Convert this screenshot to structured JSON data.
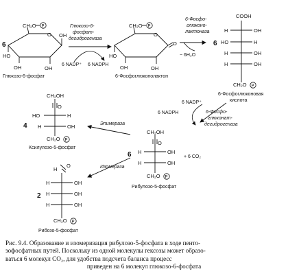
{
  "labels": {
    "glucose6p": "Глюкозо-6-фосфат",
    "lactone": "6-Фосфоглюконолактон",
    "gluconic1": "6-Фосфоглюконовая",
    "gluconic2": "кислота",
    "xylulose": "Ксилулозо-5-фосфат",
    "ribulose": "Рибулозо-5-фосфат",
    "ribose": "Рибозо-5-фосфат"
  },
  "enzymes": {
    "g6pdh": [
      "Глюкозо-6-",
      "фосфат-",
      "дегидрогеназа"
    ],
    "lactonase": [
      "6-Фосфо-",
      "глюконо-",
      "лактоназа"
    ],
    "pgdh": [
      "6-Фосфо-",
      "глюконат-",
      "дегидрогеназа"
    ],
    "epimerase": "Эпимераза",
    "isomerase": "Изомераза"
  },
  "cofactors": {
    "nadp": "6 NADP⁺",
    "nadph": "6 NADPH",
    "water": "− 6H₂O",
    "co2": "+ 6 CO₂"
  },
  "counts": {
    "glucose": "6",
    "gluconic": "6",
    "ribulose": "6",
    "xylulose": "4",
    "ribose": "2"
  },
  "caption": {
    "line1": "Рис. 9.4. Образование и изомеризация рибулозо-5-фосфата в ходе пенто-",
    "line2": "зофосфатных путей. Поскольку из одной молекулы гексозы может образо-",
    "line3": "ваться  6 молекул CO₂, для удобства  подсчета баланса  процесс",
    "line4": "приведен на 6 молекул глюкозо-6-фосфата"
  }
}
